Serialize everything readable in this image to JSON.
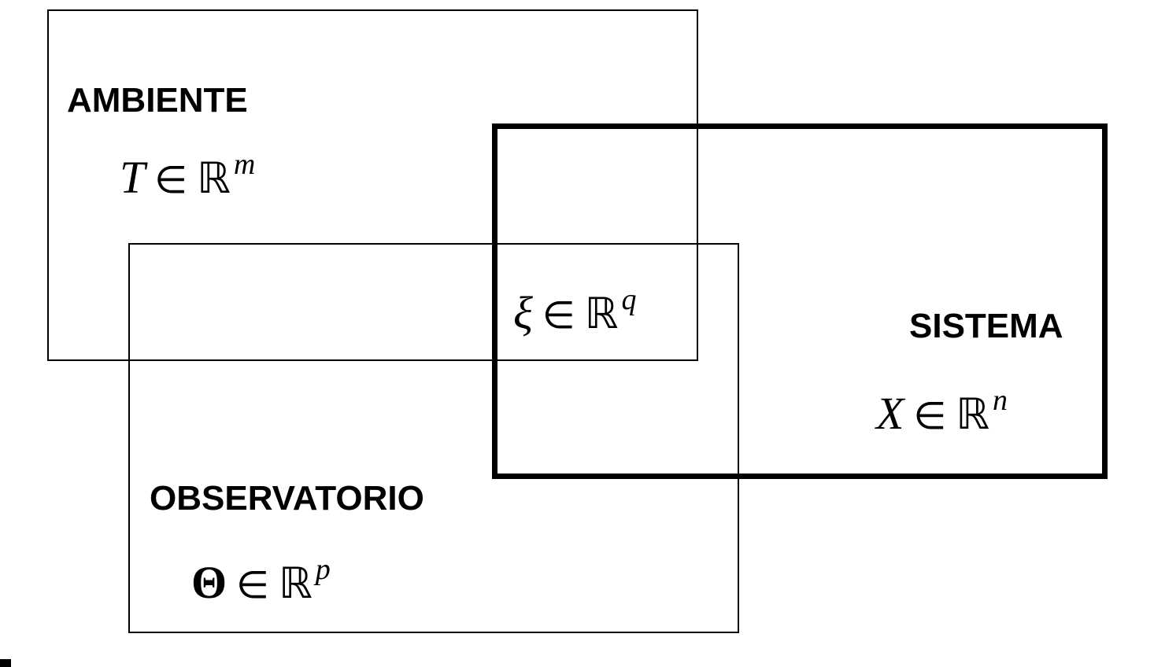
{
  "regions": {
    "ambiente": {
      "label": "AMBIENTE",
      "variable": "T",
      "element_of": "∈",
      "set": "ℝ",
      "exponent": "m"
    },
    "sistema": {
      "label": "SISTEMA",
      "variable": "X",
      "element_of": "∈",
      "set": "ℝ",
      "exponent": "n"
    },
    "observatorio": {
      "label": "OBSERVATORIO",
      "variable": "Θ",
      "element_of": "∈",
      "set": "ℝ",
      "exponent": "p"
    },
    "intersection": {
      "variable": "ξ",
      "element_of": "∈",
      "set": "ℝ",
      "exponent": "q"
    }
  },
  "colors": {
    "stroke": "#000000",
    "background": "#ffffff"
  }
}
